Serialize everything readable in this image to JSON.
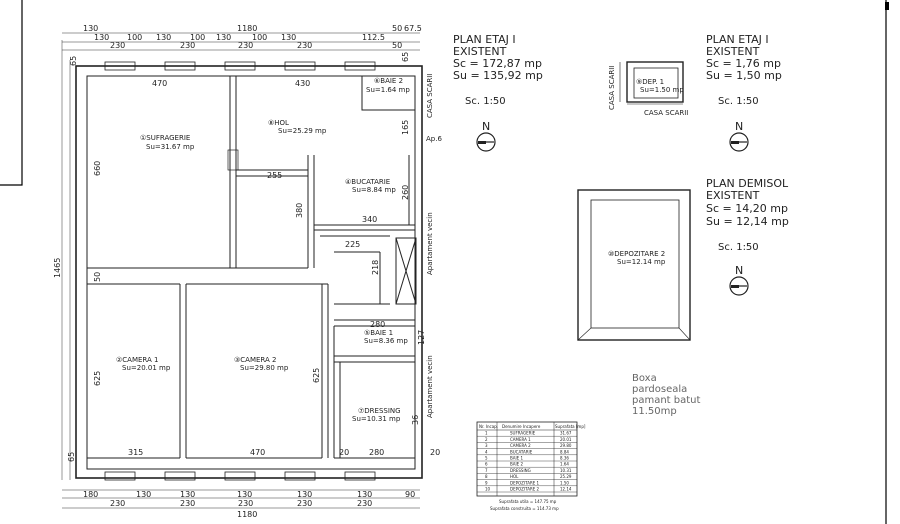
{
  "plans": [
    {
      "title1": "PLAN  ETAJ I",
      "title2": "EXISTENT",
      "sc": "Sc = 172,87 mp",
      "su": "Su = 135,92 mp",
      "scale": "Sc. 1:50"
    },
    {
      "title1": "PLAN  ETAJ I",
      "title2": "EXISTENT",
      "sc": "Sc = 1,76 mp",
      "su": "Su = 1,50 mp",
      "scale": "Sc. 1:50"
    },
    {
      "title1": "PLAN  DEMISOL",
      "title2": "EXISTENT",
      "sc": "Sc = 14,20 mp",
      "su": "Su = 12,14 mp",
      "scale": "Sc. 1:50"
    }
  ],
  "north": "N",
  "rooms": [
    {
      "name": "SUFRAGERIE",
      "num": "1",
      "area": "Su=31.67 mp"
    },
    {
      "name": "CAMERA 1",
      "num": "2",
      "area": "Su=20.01 mp"
    },
    {
      "name": "CAMERA 2",
      "num": "3",
      "area": "Su=29.80 mp"
    },
    {
      "name": "BUCATARIE",
      "num": "4",
      "area": "Su=8.84 mp"
    },
    {
      "name": "BAIE 1",
      "num": "5",
      "area": "Su=8.36 mp"
    },
    {
      "name": "BAIE 2",
      "num": "6",
      "area": "Su=1.64 mp"
    },
    {
      "name": "DRESSING",
      "num": "7",
      "area": "Su=10.31 mp"
    },
    {
      "name": "HOL",
      "num": "8",
      "area": "Su=25.29 mp"
    },
    {
      "name": "DEP. 1",
      "num": "9",
      "area": "Su=1.50 mp"
    },
    {
      "name": "DEPOZITARE 2",
      "num": "10",
      "area": "Su=12.14 mp"
    }
  ],
  "side_labels": {
    "casa_scarii": "CASA SCARII",
    "ap6": "Ap.6",
    "apartament_vecin": "Apartament vecin"
  },
  "dims_top_row1": [
    "130",
    "1180",
    "50",
    "67.5"
  ],
  "dims_top_row2": [
    "130",
    "100",
    "130",
    "100",
    "130",
    "100",
    "130",
    "112.5"
  ],
  "dims_top_row3": [
    "230",
    "230",
    "230",
    "230",
    "50"
  ],
  "dims_bottom_row1": [
    "180",
    "130",
    "130",
    "130",
    "130",
    "130",
    "90"
  ],
  "dims_bottom_row2": [
    "230",
    "230",
    "230",
    "230",
    "230"
  ],
  "dims_bottom_row3": [
    "1180"
  ],
  "dims_left": [
    "65",
    "660",
    "50",
    "625",
    "65",
    "1465"
  ],
  "dims_inner": [
    "470",
    "430",
    "255",
    "380",
    "340",
    "225",
    "218",
    "260",
    "165",
    "280",
    "127",
    "625",
    "315",
    "470",
    "20",
    "280",
    "20",
    "36",
    "65"
  ],
  "boxa_note": [
    "Boxa",
    "pardoseala",
    "pamant batut",
    "11.50mp"
  ],
  "table": {
    "headers": [
      "Nr. Incap.",
      "Denumire Incapere",
      "Suprafata [mp]"
    ],
    "rows": [
      [
        "1",
        "SUFRAGERIE",
        "31.67"
      ],
      [
        "2",
        "CAMERA 1",
        "20.01"
      ],
      [
        "3",
        "CAMERA 2",
        "29.80"
      ],
      [
        "4",
        "BUCATARIE",
        "8.84"
      ],
      [
        "5",
        "BAIE 1",
        "8.36"
      ],
      [
        "6",
        "BAIE 2",
        "1.64"
      ],
      [
        "7",
        "DRESSING",
        "10.31"
      ],
      [
        "8",
        "HOL",
        "25.29"
      ],
      [
        "9",
        "DEPOZITARE 1",
        "1.50"
      ],
      [
        "10",
        "DEPOZITARE 2",
        "12.14"
      ]
    ],
    "footer1": "Suprafata utila = 147.75 mp",
    "footer2": "Suprafata construita = 114.73 mp"
  }
}
